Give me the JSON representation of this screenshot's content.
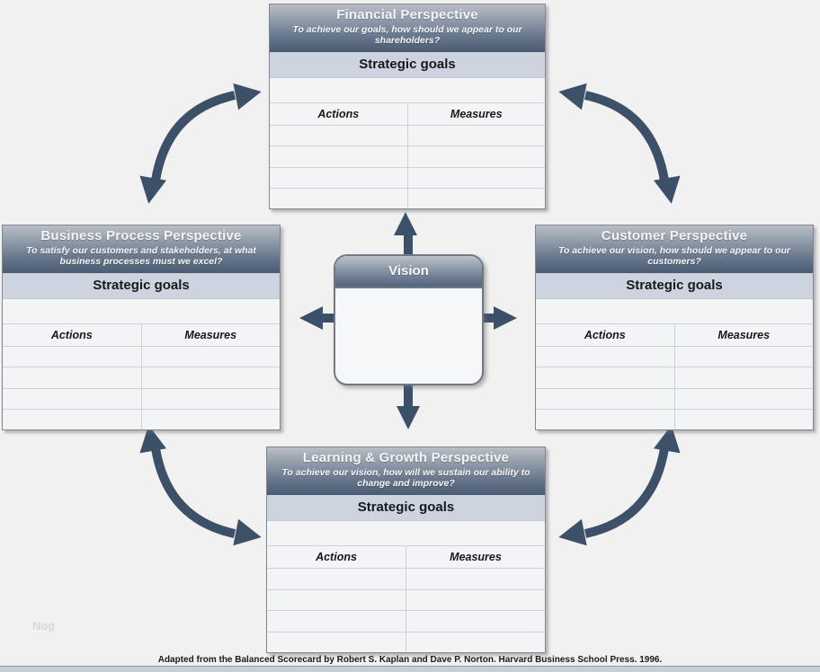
{
  "page": {
    "footer": "Adapted from the Balanced Scorecard by Robert S. Kaplan and Dave P. Norton. Harvard Business School Press. 1996.",
    "watermark": "Nog"
  },
  "colors": {
    "arrow": "#3c5068",
    "header_gradient_top": "#b9bec6",
    "header_gradient_bottom": "#4b5b71",
    "goals_band": "#cdd3df",
    "panel_background": "#f3f4f6",
    "page_background": "#f1f1f2"
  },
  "vision": {
    "title": "Vision"
  },
  "panels": [
    {
      "id": "financial",
      "title": "Financial Perspective",
      "subtitle": "To achieve our goals, how should we appear to our shareholders?",
      "goals_label": "Strategic goals",
      "col1": "Actions",
      "col2": "Measures",
      "empty_rows": 4
    },
    {
      "id": "business-process",
      "title": "Business Process Perspective",
      "subtitle": "To satisfy our customers and stakeholders, at what business processes must we excel?",
      "goals_label": "Strategic goals",
      "col1": "Actions",
      "col2": "Measures",
      "empty_rows": 4
    },
    {
      "id": "customer",
      "title": "Customer Perspective",
      "subtitle": "To achieve our vision, how should we appear to our customers?",
      "goals_label": "Strategic goals",
      "col1": "Actions",
      "col2": "Measures",
      "empty_rows": 4
    },
    {
      "id": "learning-growth",
      "title": "Learning & Growth Perspective",
      "subtitle": "To achieve our vision, how will we sustain our ability to change and improve?",
      "goals_label": "Strategic goals",
      "col1": "Actions",
      "col2": "Measures",
      "empty_rows": 4
    }
  ]
}
